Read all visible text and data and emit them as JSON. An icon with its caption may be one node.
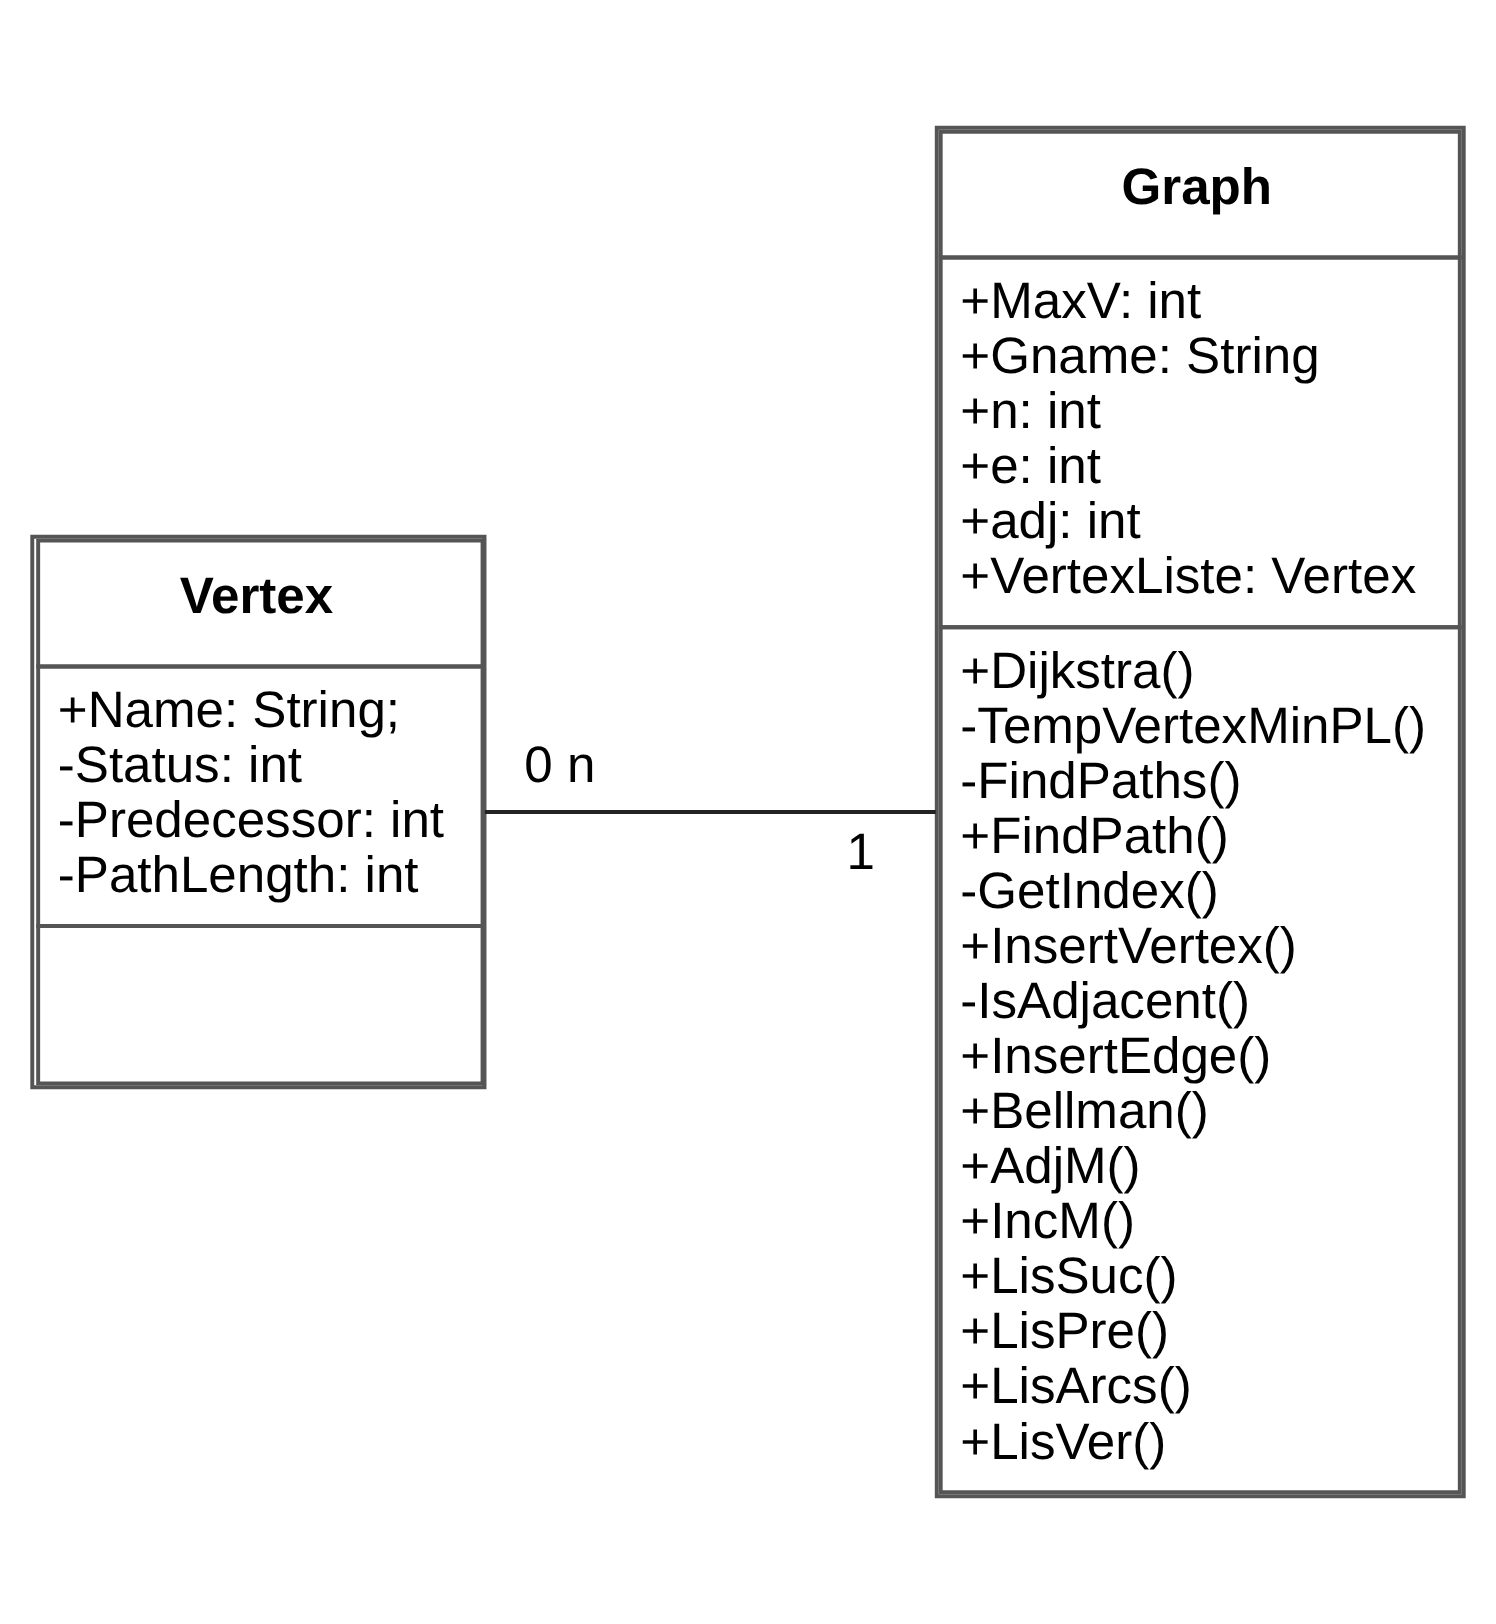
{
  "diagram": {
    "nodes": [
      {
        "text": [
          "Graph",
          "+MaxV: int +Gname: String +n: int +e: int +adj: int +VertexListe: Vertex",
          "+Dijkstra() -TempVertexMinPL() -FindPaths() +FindPath() -GetIndex() +InsertVertex() -IsAdjacent() +InsertEdge() +Bellman() +AdjM() +IncM() +LisSuc() +LisPre() +LisArcs() +LisVer()"
        ]
      },
      {
        "text": [
          "Vertex",
          "+Name: String; -Status: int -Predecessor: int -PathLength: int"
        ]
      }
    ],
    "edges": [
      {
        "from": 1,
        "to": 0,
        "arrow": "none"
      }
    ],
    "labels": [
      "1",
      "0 n"
    ]
  }
}
